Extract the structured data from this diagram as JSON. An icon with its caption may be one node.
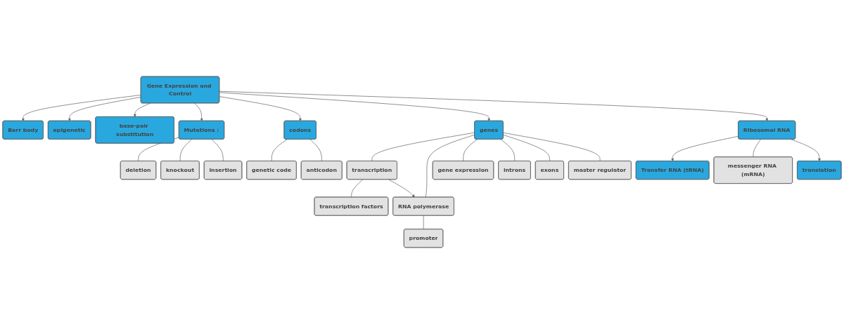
{
  "diagram": {
    "nodes": [
      {
        "text": [
          "Gene Expression and Control"
        ]
      },
      {
        "text": [
          "Barr body"
        ]
      },
      {
        "text": [
          "epigenetic"
        ]
      },
      {
        "text": [
          "base-pair substitution"
        ]
      },
      {
        "text": [
          "Mutations :"
        ]
      },
      {
        "text": [
          "deletion"
        ]
      },
      {
        "text": [
          "knockout"
        ]
      },
      {
        "text": [
          "insertion"
        ]
      },
      {
        "text": [
          "codons"
        ]
      },
      {
        "text": [
          "genetic code"
        ]
      },
      {
        "text": [
          "anticodon"
        ]
      },
      {
        "text": [
          "transcription factors"
        ]
      },
      {
        "text": [
          "transcription"
        ]
      },
      {
        "text": [
          "RNA polymerase"
        ]
      },
      {
        "text": [
          "promoter"
        ]
      },
      {
        "text": [
          "genes"
        ]
      },
      {
        "text": [
          "gene expression"
        ]
      },
      {
        "text": [
          "introns"
        ]
      },
      {
        "text": [
          "exons"
        ]
      },
      {
        "text": [
          "master regulator"
        ]
      },
      {
        "text": [
          "Ribosomal RNA"
        ]
      },
      {
        "text": [
          "Transfer RNA (tRNA)"
        ]
      },
      {
        "text": [
          "messenger RNA (mRNA)"
        ]
      },
      {
        "text": [
          "translation"
        ]
      }
    ],
    "edges": [
      {
        "from": 0,
        "to": 1,
        "arrow": "to"
      },
      {
        "from": 0,
        "to": 2,
        "arrow": "to"
      },
      {
        "from": 0,
        "to": 3,
        "arrow": "to"
      },
      {
        "from": 0,
        "to": 4,
        "arrow": "to"
      },
      {
        "from": 4,
        "to": 5,
        "arrow": "none"
      },
      {
        "from": 4,
        "to": 6,
        "arrow": "none"
      },
      {
        "from": 4,
        "to": 7,
        "arrow": "none"
      },
      {
        "from": 0,
        "to": 8,
        "arrow": "to"
      },
      {
        "from": 8,
        "to": 9,
        "arrow": "none"
      },
      {
        "from": 8,
        "to": 10,
        "arrow": "none"
      },
      {
        "from": 0,
        "to": 15,
        "arrow": "to"
      },
      {
        "from": 15,
        "to": 12,
        "arrow": "none"
      },
      {
        "from": 12,
        "to": 11,
        "arrow": "none"
      },
      {
        "from": 12,
        "to": 13,
        "arrow": "to"
      },
      {
        "from": 15,
        "to": 13,
        "arrow": "none"
      },
      {
        "from": 13,
        "to": 14,
        "arrow": "none"
      },
      {
        "from": 15,
        "to": 16,
        "arrow": "none"
      },
      {
        "from": 15,
        "to": 17,
        "arrow": "none"
      },
      {
        "from": 15,
        "to": 18,
        "arrow": "none"
      },
      {
        "from": 15,
        "to": 19,
        "arrow": "none"
      },
      {
        "from": 0,
        "to": 20,
        "arrow": "to"
      },
      {
        "from": 20,
        "to": 21,
        "arrow": "to"
      },
      {
        "from": 20,
        "to": 22,
        "arrow": "none"
      },
      {
        "from": 20,
        "to": 23,
        "arrow": "to"
      }
    ]
  }
}
